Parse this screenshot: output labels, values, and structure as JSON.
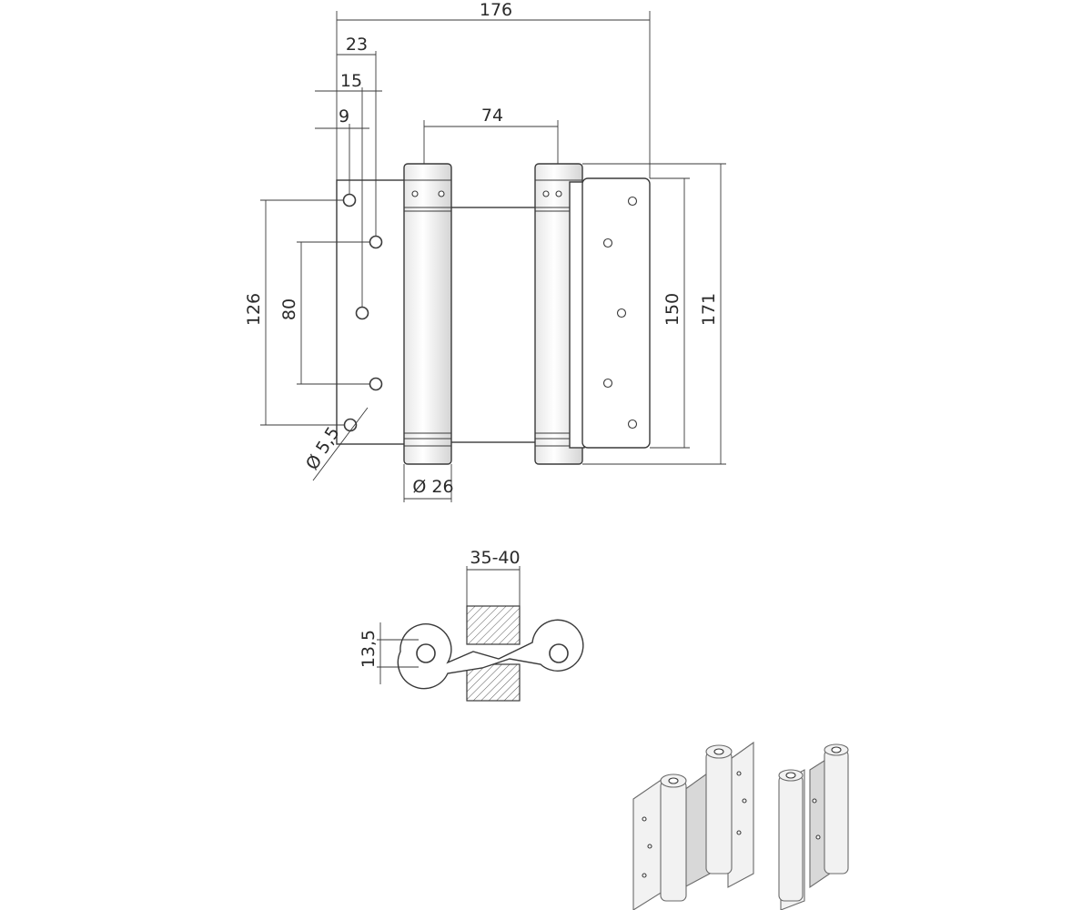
{
  "dimensions": {
    "overall_width": "176",
    "offset_23": "23",
    "offset_15": "15",
    "offset_9": "9",
    "barrel_spacing": "74",
    "hole_span_126": "126",
    "hole_span_80": "80",
    "hole_diameter": "Ø 5,5",
    "barrel_diameter": "Ø 26",
    "plate_height_150": "150",
    "overall_height_171": "171",
    "door_thickness": "35-40",
    "plate_offset": "13,5"
  },
  "views": [
    "front-elevation",
    "top-section",
    "isometric-views"
  ]
}
